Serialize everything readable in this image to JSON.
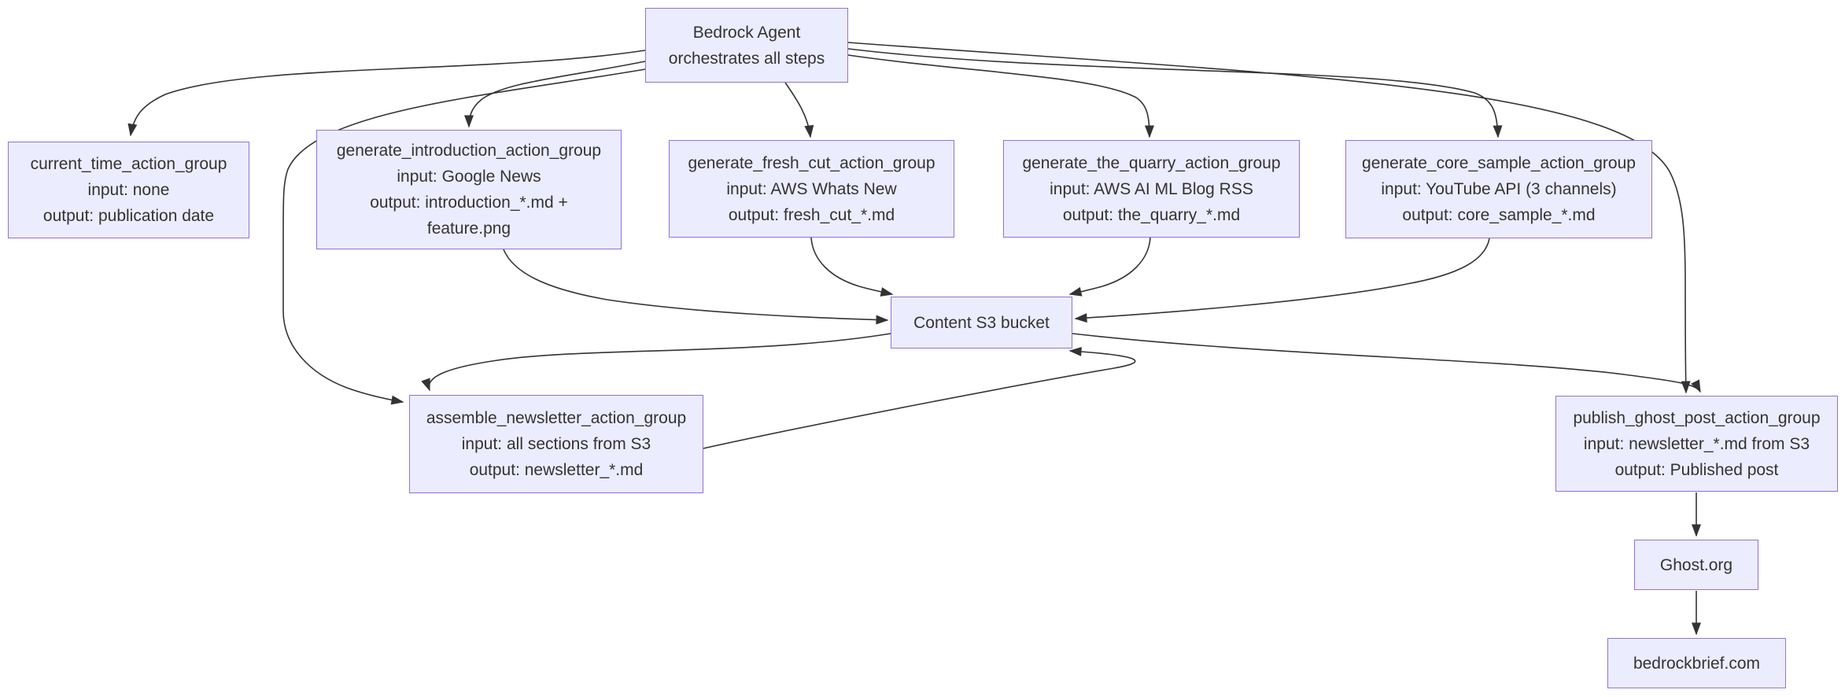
{
  "diagram": {
    "type": "flowchart",
    "nodes": {
      "bedrock": {
        "lines": [
          "Bedrock Agent",
          "orchestrates all steps"
        ]
      },
      "current_time": {
        "lines": [
          "current_time_action_group",
          "input: none",
          "output: publication date"
        ]
      },
      "generate_introduction": {
        "lines": [
          "generate_introduction_action_group",
          "input: Google News",
          "output: introduction_*.md +",
          "feature.png"
        ]
      },
      "generate_fresh_cut": {
        "lines": [
          "generate_fresh_cut_action_group",
          "input: AWS Whats New",
          "output: fresh_cut_*.md"
        ]
      },
      "generate_the_quarry": {
        "lines": [
          "generate_the_quarry_action_group",
          "input: AWS AI ML Blog RSS",
          "output: the_quarry_*.md"
        ]
      },
      "generate_core_sample": {
        "lines": [
          "generate_core_sample_action_group",
          "input: YouTube API (3 channels)",
          "output: core_sample_*.md"
        ]
      },
      "content_s3": {
        "lines": [
          "Content S3 bucket"
        ]
      },
      "assemble_newsletter": {
        "lines": [
          "assemble_newsletter_action_group",
          "input: all sections from S3",
          "output: newsletter_*.md"
        ]
      },
      "publish_ghost_post": {
        "lines": [
          "publish_ghost_post_action_group",
          "input: newsletter_*.md from S3",
          "output: Published post"
        ]
      },
      "ghost_org": {
        "lines": [
          "Ghost.org"
        ]
      },
      "bedrockbrief": {
        "lines": [
          "bedrockbrief.com"
        ]
      }
    },
    "edges": [
      {
        "from": "bedrock",
        "to": "current_time"
      },
      {
        "from": "bedrock",
        "to": "generate_introduction"
      },
      {
        "from": "bedrock",
        "to": "generate_fresh_cut"
      },
      {
        "from": "bedrock",
        "to": "generate_the_quarry"
      },
      {
        "from": "bedrock",
        "to": "generate_core_sample"
      },
      {
        "from": "bedrock",
        "to": "assemble_newsletter"
      },
      {
        "from": "bedrock",
        "to": "publish_ghost_post"
      },
      {
        "from": "generate_introduction",
        "to": "content_s3"
      },
      {
        "from": "generate_fresh_cut",
        "to": "content_s3"
      },
      {
        "from": "generate_the_quarry",
        "to": "content_s3"
      },
      {
        "from": "generate_core_sample",
        "to": "content_s3"
      },
      {
        "from": "content_s3",
        "to": "assemble_newsletter"
      },
      {
        "from": "assemble_newsletter",
        "to": "content_s3"
      },
      {
        "from": "content_s3",
        "to": "publish_ghost_post"
      },
      {
        "from": "publish_ghost_post",
        "to": "ghost_org"
      },
      {
        "from": "ghost_org",
        "to": "bedrockbrief"
      }
    ]
  },
  "colors": {
    "node_fill": "#ECECFF",
    "node_border": "#9370DB",
    "edge_color": "#333333",
    "text_color": "#333333",
    "canvas_bg": "#ffffff"
  }
}
